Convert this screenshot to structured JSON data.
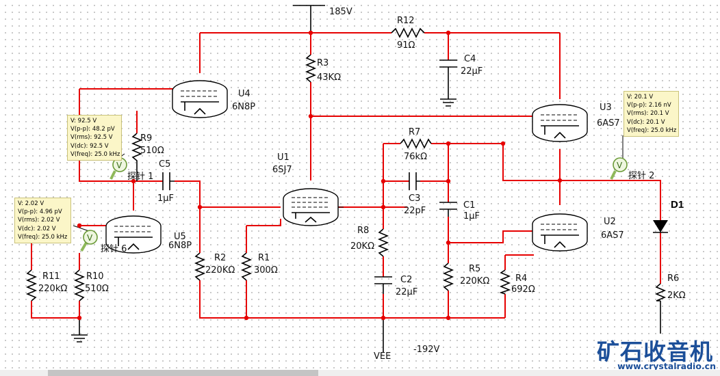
{
  "supply": {
    "vplus": "185V",
    "vee": "VEE",
    "vneg": "-192V"
  },
  "tubes": {
    "U1": {
      "ref": "U1",
      "type": "6SJ7"
    },
    "U2": {
      "ref": "U2",
      "type": "6AS7"
    },
    "U3": {
      "ref": "U3",
      "type": "6AS7"
    },
    "U4": {
      "ref": "U4",
      "type": "6N8P"
    },
    "U5": {
      "ref": "U5",
      "type": "6N8P"
    }
  },
  "resistors": {
    "R1": {
      "ref": "R1",
      "value": "300Ω"
    },
    "R2": {
      "ref": "R2",
      "value": "220KΩ"
    },
    "R3": {
      "ref": "R3",
      "value": "43KΩ"
    },
    "R4": {
      "ref": "R4",
      "value": "692Ω"
    },
    "R5": {
      "ref": "R5",
      "value": "220KΩ"
    },
    "R6": {
      "ref": "R6",
      "value": "2KΩ"
    },
    "R7": {
      "ref": "R7",
      "value": "76kΩ"
    },
    "R8": {
      "ref": "R8",
      "value": "20KΩ"
    },
    "R9": {
      "ref": "R9",
      "value": "510Ω"
    },
    "R10": {
      "ref": "R10",
      "value": "510Ω"
    },
    "R11": {
      "ref": "R11",
      "value": "220kΩ"
    },
    "R12": {
      "ref": "R12",
      "value": "91Ω"
    }
  },
  "capacitors": {
    "C1": {
      "ref": "C1",
      "value": "1µF"
    },
    "C2": {
      "ref": "C2",
      "value": "22µF"
    },
    "C3": {
      "ref": "C3",
      "value": "22pF"
    },
    "C4": {
      "ref": "C4",
      "value": "22µF"
    },
    "C5": {
      "ref": "C5",
      "value": "1µF"
    }
  },
  "diode": {
    "ref": "D1"
  },
  "probes": {
    "probe1": {
      "name": "探针 1",
      "lines": [
        "V: 92.5 V",
        "V(p-p): 48.2 pV",
        "V(rms): 92.5 V",
        "V(dc): 92.5 V",
        "V(freq): 25.0 kHz"
      ]
    },
    "probe2": {
      "name": "探针 2",
      "lines": [
        "V: 20.1 V",
        "V(p-p): 2.16 nV",
        "V(rms): 20.1 V",
        "V(dc): 20.1 V",
        "V(freq): 25.0 kHz"
      ]
    },
    "probe6": {
      "name": "探针 6",
      "lines": [
        "V: 2.02 V",
        "V(p-p): 4.96 pV",
        "V(rms): 2.02 V",
        "V(dc): 2.02 V",
        "V(freq): 25.0 kHz"
      ]
    }
  },
  "probe_symbol": "V",
  "watermark": {
    "brand": "矿石收音机",
    "url": "www.crystalradio.cn"
  },
  "colors": {
    "wire": "#e60000",
    "probe_bg": "#fbf6c8",
    "brand": "#1c4f99"
  }
}
